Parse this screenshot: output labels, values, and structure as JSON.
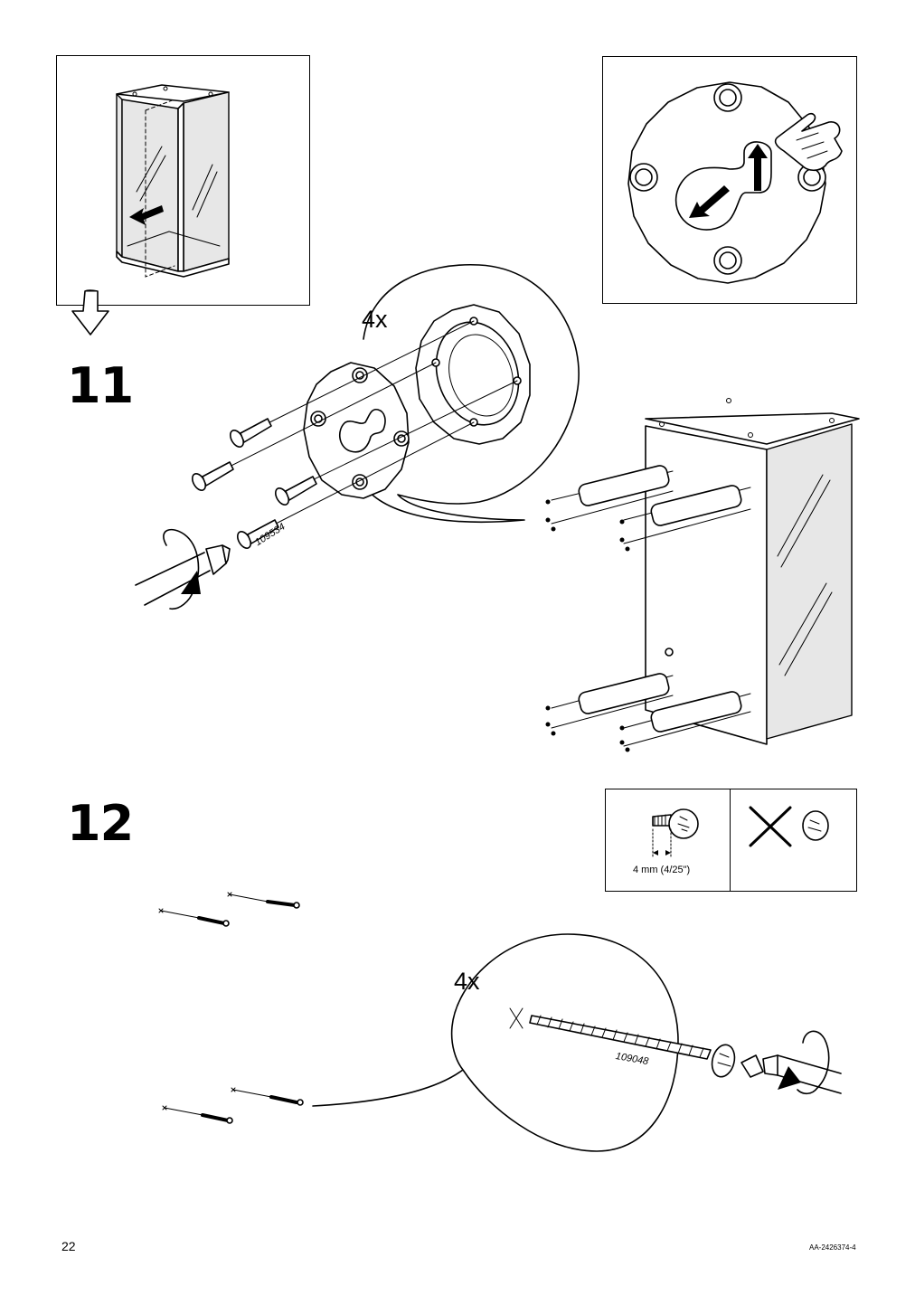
{
  "steps": {
    "step11": {
      "number": "11",
      "quantity": "4x",
      "part_number": "109534"
    },
    "step12": {
      "number": "12",
      "quantity": "4x",
      "part_number": "109048"
    }
  },
  "notes": {
    "depth_label": "4 mm (4/25\")"
  },
  "footer": {
    "page_number": "22",
    "doc_code": "AA-2426374-4"
  },
  "icons": [
    "arrow-down-outline-icon",
    "screwdriver-icon",
    "rotation-arrow-icon",
    "cross-icon",
    "hand-pointer-icon",
    "screw-icon",
    "cap-icon"
  ]
}
